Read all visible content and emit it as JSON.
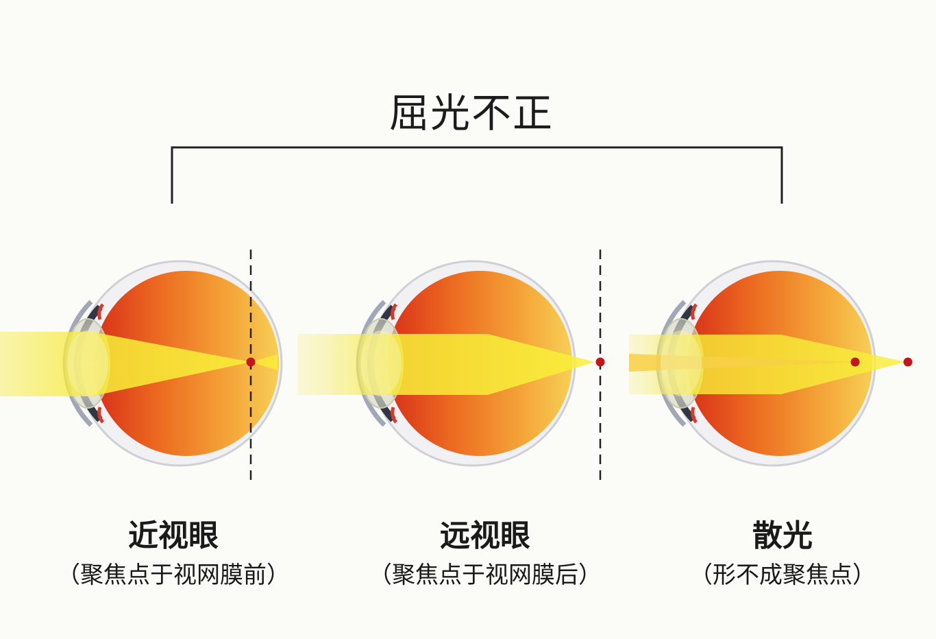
{
  "title": "屈光不正",
  "panels": [
    {
      "name": "近视眼",
      "note": "（聚焦点于视网膜前）"
    },
    {
      "name": "远视眼",
      "note": "（聚焦点于视网膜后）"
    },
    {
      "name": "散光",
      "note": "（形不成聚焦点）"
    }
  ],
  "colors": {
    "eye_dark": "#e24a16",
    "eye_light": "#f6c84a",
    "light_beam": "#f7ee4a",
    "focal_point": "#c2161b",
    "outline": "#d9d9de"
  }
}
